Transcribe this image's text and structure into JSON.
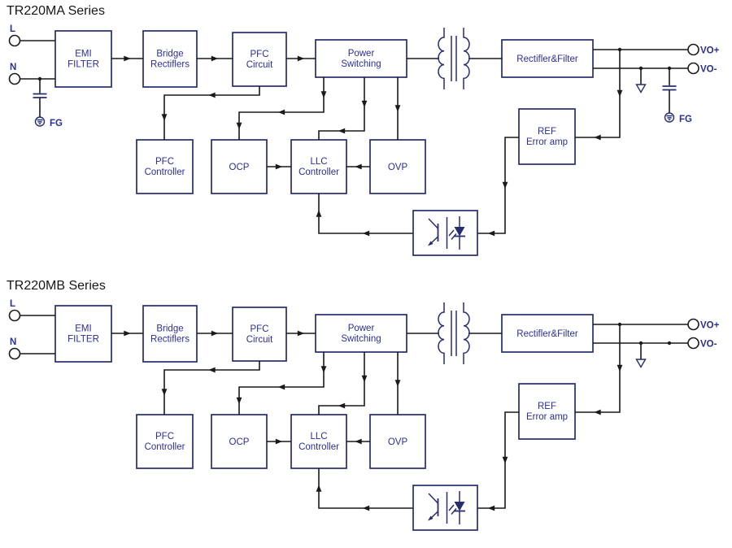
{
  "colors": {
    "background": "#ffffff",
    "wire": "#1a1a1a",
    "box_border": "#272c6f",
    "label_blue": "#2a2e96",
    "title_text": "#161616",
    "led_fill": "#272c6f"
  },
  "diagrams": [
    {
      "id": "tr220ma",
      "title": "TR220MA Series",
      "blocks": {
        "emi": [
          "EMI",
          "FILTER"
        ],
        "bridge": [
          "Bridge",
          "Rectiflers"
        ],
        "pfc_circuit": [
          "PFC",
          "Circuit"
        ],
        "power_switching": [
          "Power",
          "Switching"
        ],
        "rectifier_filter": [
          "Rectifler&Filter"
        ],
        "pfc_controller": [
          "PFC",
          "Controller"
        ],
        "ocp": [
          "OCP"
        ],
        "llc_controller": [
          "LLC",
          "Controller"
        ],
        "ovp": [
          "OVP"
        ],
        "ref_error_amp": [
          "REF",
          "Error amp"
        ]
      },
      "terminals": {
        "l": "L",
        "n": "N",
        "vo_plus": "VO+",
        "vo_minus": "VO-"
      },
      "labels": {
        "fg_left": "FG",
        "fg_right": "FG"
      },
      "features": {
        "left_fg_capacitor": true,
        "right_fg_capacitor": true
      }
    },
    {
      "id": "tr220mb",
      "title": "TR220MB Series",
      "blocks": {
        "emi": [
          "EMI",
          "FILTER"
        ],
        "bridge": [
          "Bridge",
          "Rectiflers"
        ],
        "pfc_circuit": [
          "PFC",
          "Circuit"
        ],
        "power_switching": [
          "Power",
          "Switching"
        ],
        "rectifier_filter": [
          "Rectifler&Filter"
        ],
        "pfc_controller": [
          "PFC",
          "Controller"
        ],
        "ocp": [
          "OCP"
        ],
        "llc_controller": [
          "LLC",
          "Controller"
        ],
        "ovp": [
          "OVP"
        ],
        "ref_error_amp": [
          "REF",
          "Error amp"
        ]
      },
      "terminals": {
        "l": "L",
        "n": "N",
        "vo_plus": "VO+",
        "vo_minus": "VO-"
      },
      "labels": {},
      "features": {
        "left_fg_capacitor": false,
        "right_fg_capacitor": false
      }
    }
  ]
}
